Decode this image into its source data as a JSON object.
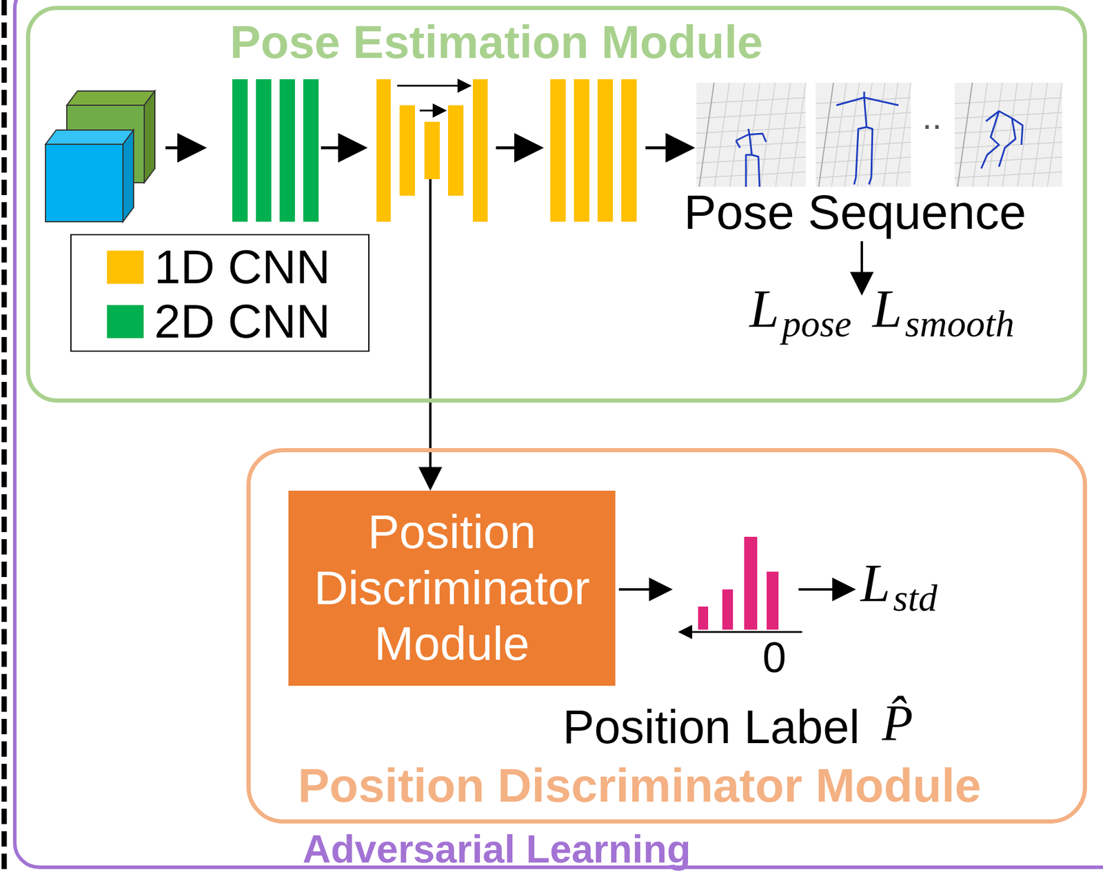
{
  "diagram": {
    "nodes": [
      {
        "text": [
          "Adversarial Learning"
        ]
      },
      {
        "text": [
          "Pose Estimation Module"
        ],
        "in": 0
      },
      {
        "text": [
          "Position Discriminator Module"
        ],
        "in": 0
      },
      {
        "text": [
          "Position Discriminator Module"
        ],
        "in": 2
      }
    ],
    "labels": [
      "..",
      "Pose Sequence",
      "L",
      "pose",
      "L",
      "smooth",
      "L",
      "std",
      "0",
      "Position Label",
      "P̂"
    ],
    "legend": [
      {
        "text": "1D CNN",
        "color": "#ffc000"
      },
      {
        "text": "2D CNN",
        "color": "#00b050"
      }
    ]
  }
}
